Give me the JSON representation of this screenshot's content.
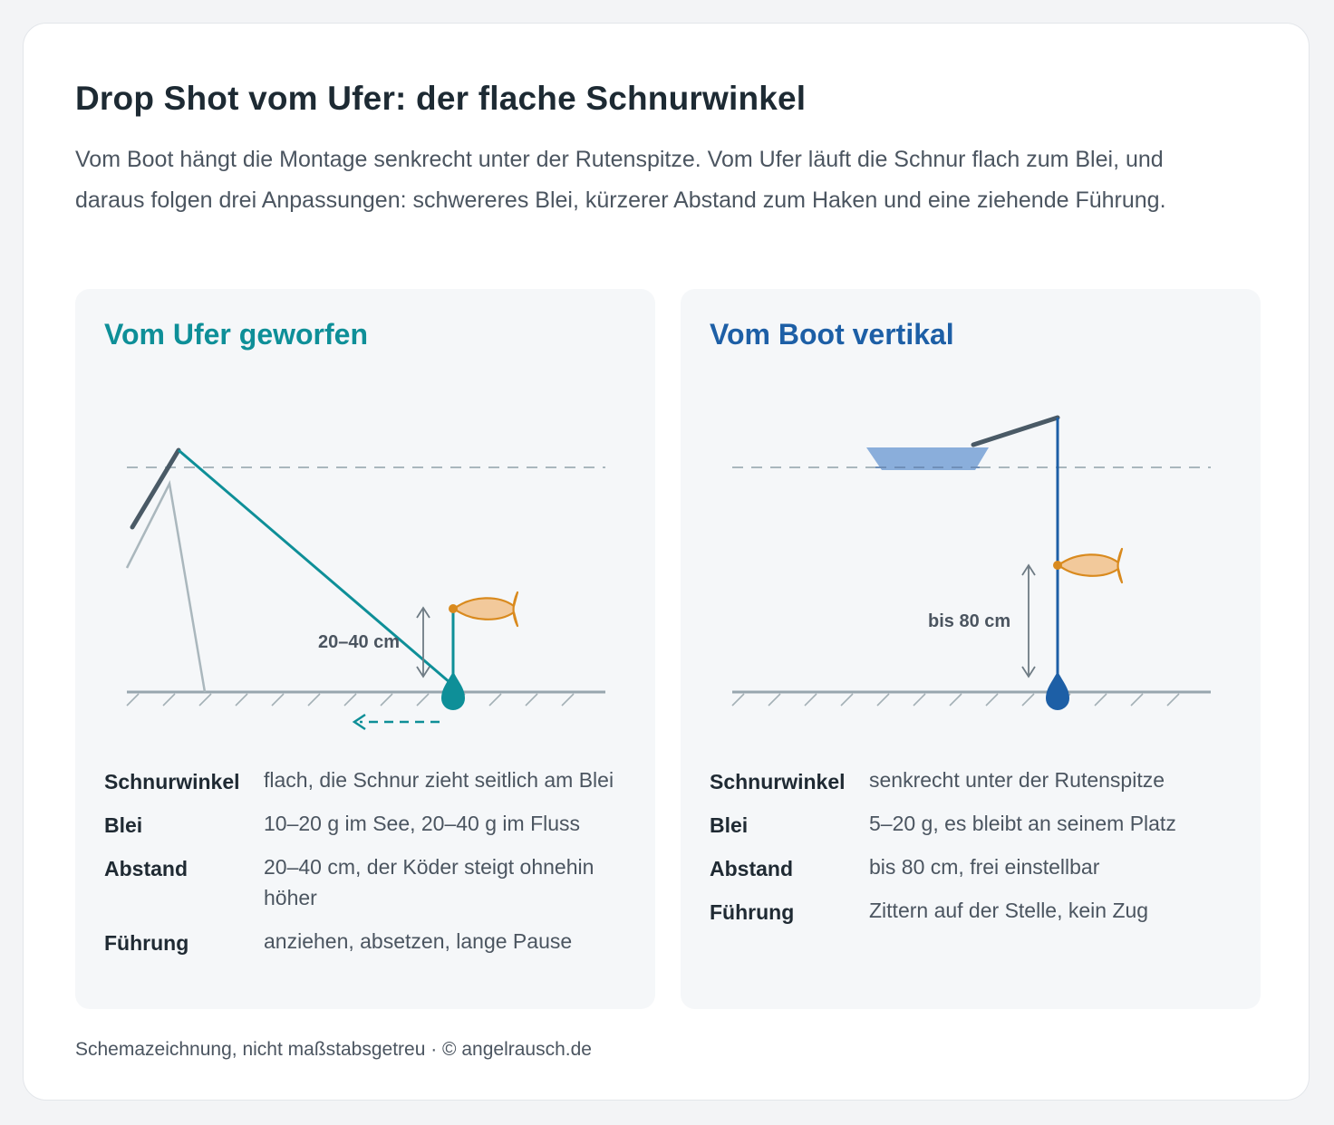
{
  "title": "Drop Shot vom Ufer: der flache Schnurwinkel",
  "intro": "Vom Boot hängt die Montage senkrecht unter der Rutenspitze. Vom Ufer läuft die Schnur flach zum Blei, und daraus folgen drei Anpassungen: schwereres Blei, kürzerer Abstand zum Haken und eine ziehende Führung.",
  "panels": [
    {
      "title": "Vom Ufer geworfen",
      "accent": "#0e8f98",
      "distance_label": "20–40 cm",
      "rows": [
        {
          "key": "Schnurwinkel",
          "value": "flach, die Schnur zieht seitlich am Blei"
        },
        {
          "key": "Blei",
          "value": "10–20 g im See, 20–40 g im Fluss"
        },
        {
          "key": "Abstand",
          "value": "20–40 cm, der Köder steigt ohnehin höher"
        },
        {
          "key": "Führung",
          "value": "anziehen, absetzen, lange Pause"
        }
      ]
    },
    {
      "title": "Vom Boot vertikal",
      "accent": "#1d5fa6",
      "distance_label": "bis 80 cm",
      "rows": [
        {
          "key": "Schnurwinkel",
          "value": "senkrecht unter der Rutenspitze"
        },
        {
          "key": "Blei",
          "value": "5–20 g, es bleibt an seinem Platz"
        },
        {
          "key": "Abstand",
          "value": "bis 80 cm, frei einstellbar"
        },
        {
          "key": "Führung",
          "value": "Zittern auf der Stelle, kein Zug"
        }
      ]
    }
  ],
  "footer": "Schemazeichnung, nicht maßstabsgetreu · © angelrausch.de",
  "colors": {
    "shore_accent": "#0e8f98",
    "boat_accent": "#1d5fa6",
    "rod": "#4a5a66",
    "fish_fill": "#f2c99b",
    "fish_stroke": "#d98a1e",
    "boat_hull": "#8aaedb"
  }
}
